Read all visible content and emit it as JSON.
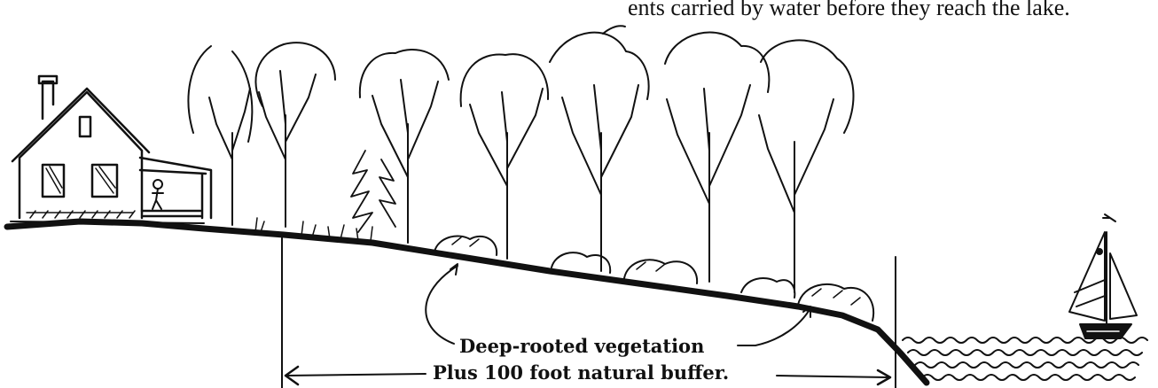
{
  "top_caption": "ents carried by water before they reach the lake.",
  "labels": {
    "vegetation": "Deep-rooted vegetation",
    "buffer": "Plus 100 foot natural buffer."
  },
  "icons": [
    "house-icon",
    "person-icon",
    "tree-icon",
    "rock-icon",
    "sailboat-icon",
    "water-waves-icon"
  ],
  "colors": {
    "ink": "#111111",
    "paper": "#ffffff"
  }
}
